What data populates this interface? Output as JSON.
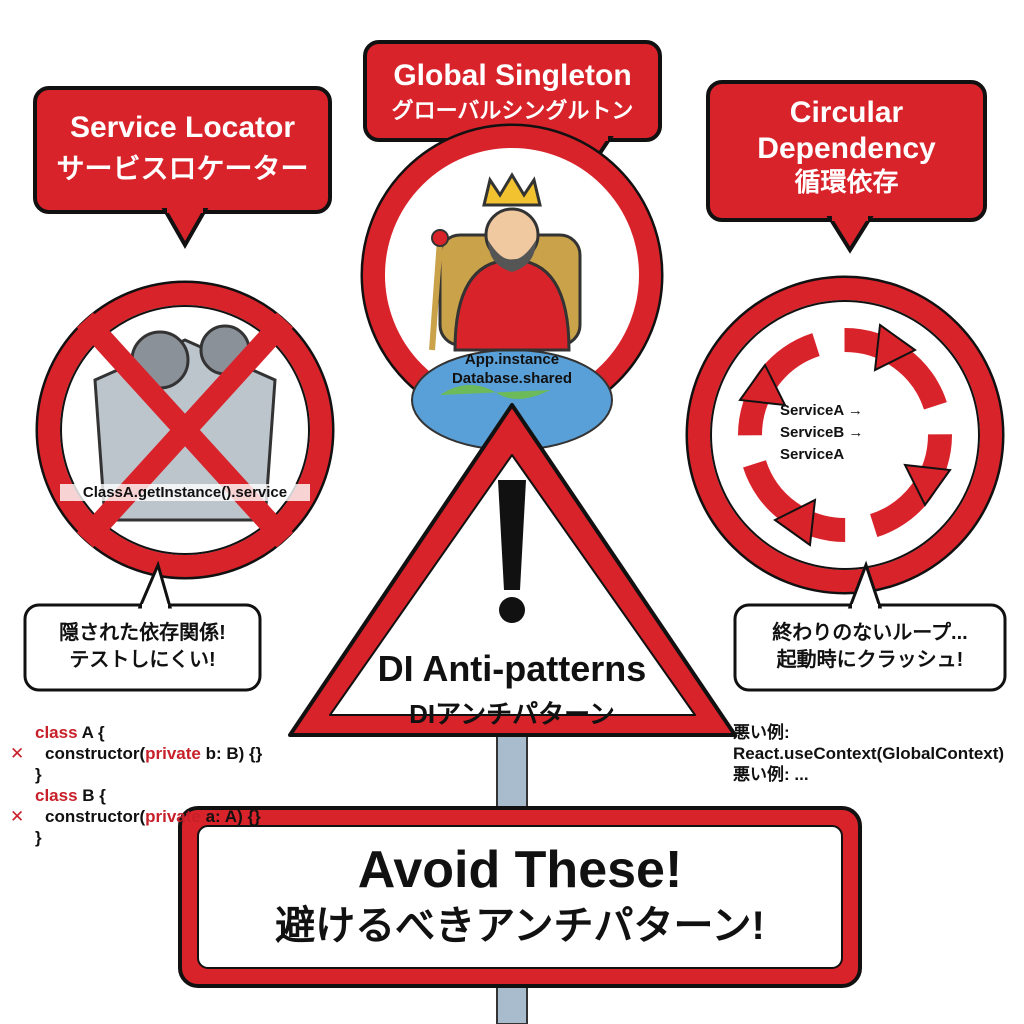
{
  "colors": {
    "accent": "#d9232b",
    "ink": "#111111",
    "pole": "#a9bccd"
  },
  "service_locator": {
    "title_en": "Service Locator",
    "title_ja": "サービスロケーター",
    "code": "ClassA.getInstance().service",
    "bubble_line1": "隠された依存関係!",
    "bubble_line2": "テストしにくい!",
    "icon": "gear-box-prohibited-icon"
  },
  "global_singleton": {
    "title_en": "Global Singleton",
    "title_ja": "グローバルシングルトン",
    "line1": "App.instance",
    "line2": "Database.shared",
    "icon": "king-on-globe-icon"
  },
  "circular_dependency": {
    "title_en": "Circular",
    "title_en2": "Dependency",
    "title_ja": "循環依存",
    "line1": "ServiceA →",
    "line2": "ServiceB →",
    "line3": "ServiceA",
    "bubble_line1": "終わりのないループ...",
    "bubble_line2": "起動時にクラッシュ!",
    "icon": "circular-arrows-icon"
  },
  "warning": {
    "title_en": "DI Anti-patterns",
    "title_ja": "DIアンチパターン",
    "icon": "exclamation-icon"
  },
  "code_left": {
    "l1_kw": "class",
    "l1": " A {",
    "l2_a": "constructor(",
    "l2_kw": "private",
    "l2_b": " b: B) {}",
    "l3": "}",
    "l4_kw": "class",
    "l4": " B {",
    "l5_a": "constructor(",
    "l5_kw": "private",
    "l5_b": " a: A) {}",
    "l6": "}",
    "mark": "✕"
  },
  "code_right": {
    "l1": "悪い例:",
    "l2": "React.useContext(GlobalContext)",
    "l3": "悪い例: ..."
  },
  "sign": {
    "line1": "Avoid These!",
    "line2": "避けるべきアンチパターン!"
  }
}
